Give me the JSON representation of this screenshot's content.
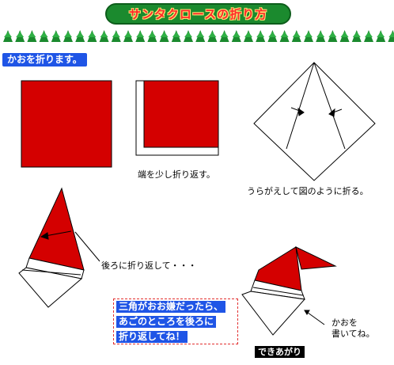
{
  "title": "サンタクロースの折り方",
  "colors": {
    "red": "#d40000",
    "green": "#1b8a2e",
    "blue": "#1f55e6"
  },
  "step1_banner": "かおを折ります。",
  "captions": {
    "fold_edge": "端を少し折り返す。",
    "flip_fold": "うらがえして図のように折る。",
    "fold_back": "後ろに折り返して・・・",
    "draw_face_line1": "かおを",
    "draw_face_line2": "書いてね。"
  },
  "note": {
    "line1": "三角がおお嫌だったら、",
    "line2": "あごのところを後ろに",
    "line3": "折り返してね！"
  },
  "done_label": "できあがり"
}
